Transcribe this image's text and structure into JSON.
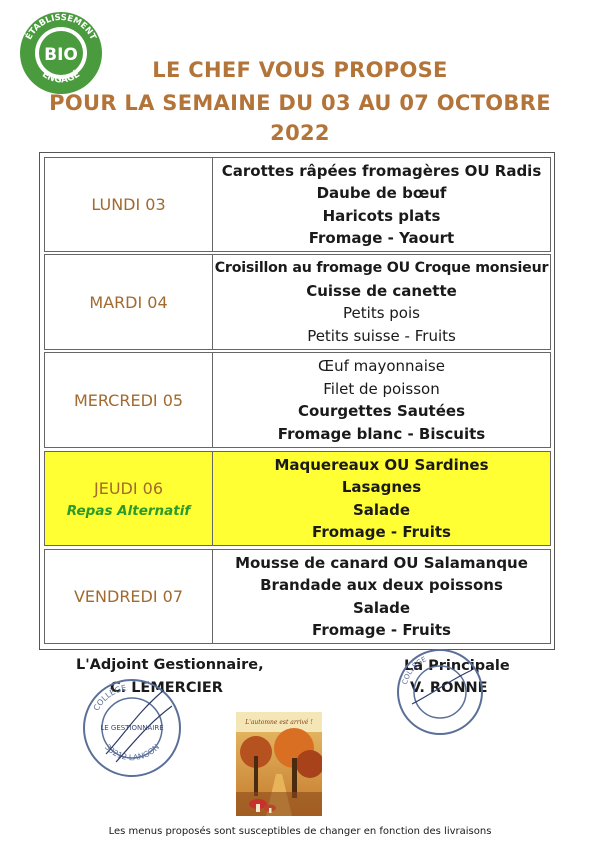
{
  "logo": {
    "top_text": "ÉTABLISSEMENT",
    "center_text": "BIO",
    "bottom_text": "ENGAGÉ"
  },
  "title": {
    "line1": "LE CHEF VOUS PROPOSE",
    "line2": "POUR LA SEMAINE DU 03 AU 07 OCTOBRE",
    "line3": "2022"
  },
  "days": [
    {
      "name": "LUNDI 03",
      "items": [
        "Carottes râpées fromagères OU Radis",
        "Daube de bœuf",
        "Haricots plats",
        "Fromage - Yaourt"
      ]
    },
    {
      "name": "MARDI 04",
      "items": [
        "Croisillon au fromage OU Croque monsieur",
        "Cuisse de canette",
        "Petits pois",
        "Petits suisse - Fruits"
      ]
    },
    {
      "name": "MERCREDI 05",
      "items": [
        "Œuf mayonnaise",
        "Filet de poisson",
        "Courgettes Sautées",
        "Fromage blanc - Biscuits"
      ]
    },
    {
      "name": "JEUDI 06",
      "subtitle": "Repas Alternatif",
      "items": [
        "Maquereaux OU Sardines",
        "Lasagnes",
        "Salade",
        "Fromage - Fruits"
      ]
    },
    {
      "name": "VENDREDI 07",
      "items": [
        "Mousse de canard OU Salamanque",
        "Brandade aux deux poissons",
        "Salade",
        "Fromage - Fruits"
      ]
    }
  ],
  "signatures": {
    "left_title": "L'Adjoint Gestionnaire,",
    "left_name": "C. LEMERCIER",
    "right_title": "La Principale",
    "right_name": "V. RONNE"
  },
  "stamp_text": {
    "left_ring": "COLLÈGE",
    "left_center": "LE GESTIONNAIRE",
    "left_bottom": "33212 LANGON",
    "right_ring": "COLLÈGE"
  },
  "picture_caption": "L'automne est arrivé !",
  "footer": "Les menus proposés sont susceptibles de changer en fonction des livraisons",
  "colors": {
    "title": "#b3743a",
    "day_name": "#a16a2e",
    "highlight": "#ffff33",
    "alt_meal": "#2c9a2c"
  }
}
